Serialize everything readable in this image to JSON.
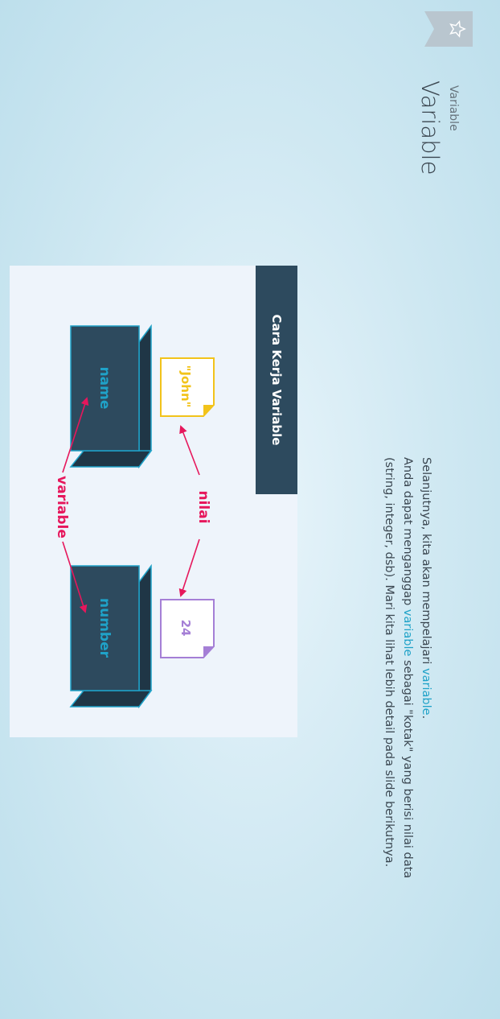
{
  "header": {
    "breadcrumb": "Variable",
    "title": "Variable"
  },
  "intro": {
    "line1_prefix": "Selanjutnya, kita akan mempelajari ",
    "line1_link": "variable",
    "line1_suffix": ".",
    "line2_prefix": "Anda dapat menganggap ",
    "line2_link": "variable",
    "line2_suffix": " sebagai \"kotak\" yang berisi nilai data",
    "line3": "(string, integer, dsb). Mari kita lihat lebih detail pada slide berikutnya."
  },
  "diagram": {
    "title": "Cara Kerja Variable",
    "box1_label": "name",
    "box1_value": "\"John\"",
    "box2_label": "number",
    "box2_value": "24",
    "value_caption": "nilai",
    "variable_caption": "variable"
  },
  "colors": {
    "accent": "#1fa2c8",
    "header_bg": "#2d4a5e",
    "box_fill": "#2d4a5e",
    "box_outline": "#1fa2c8",
    "arrow": "#e6175c",
    "note1": "#f2c31a",
    "note2": "#a57fd6"
  },
  "icons": {
    "bookmark": "bookmark-star-icon"
  }
}
